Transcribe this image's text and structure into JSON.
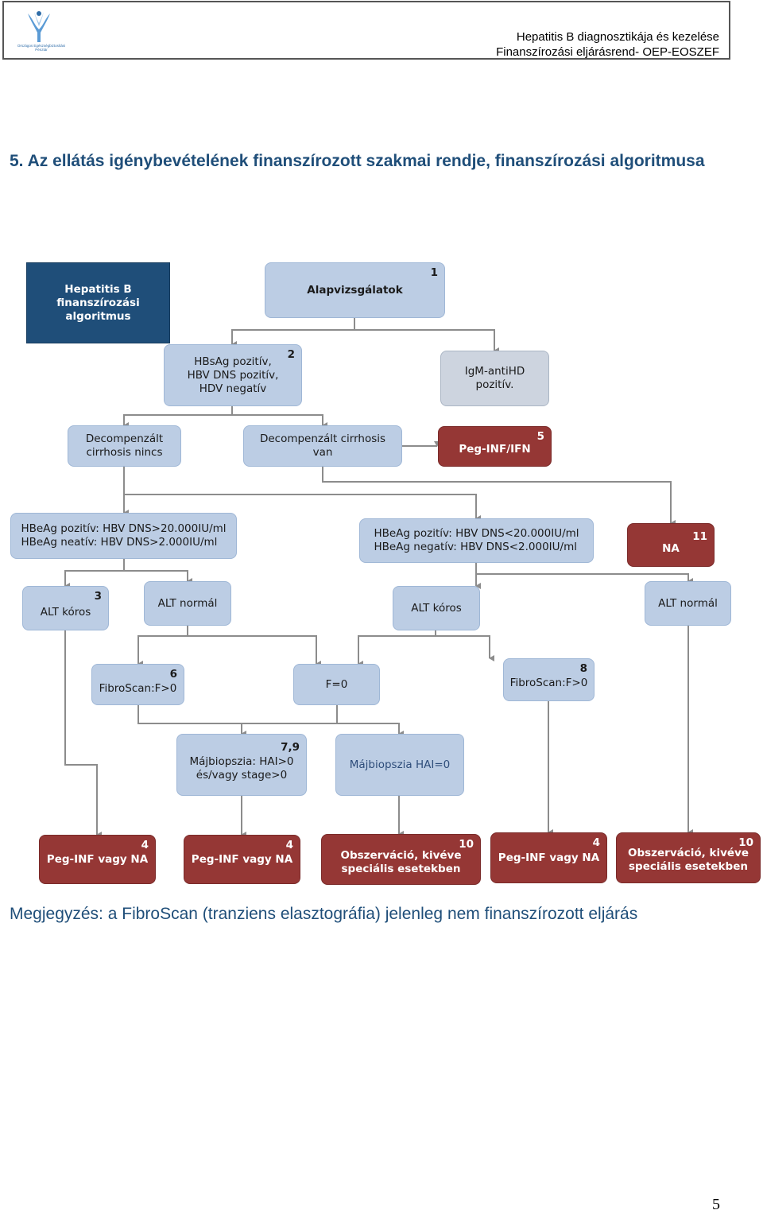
{
  "header": {
    "logo_text": "Országos Egészségbiztosítási Pénztár",
    "line1": "Hepatitis B diagnosztikája és kezelése",
    "line2": "Finanszírozási eljárásrend- OEP-EOSZEF"
  },
  "heading": "5. Az ellátás igénybevételének finanszírozott szakmai rendje, finanszírozási algoritmusa",
  "flowchart": {
    "title": "Hepatitis B finanszírozási algoritmus",
    "alapvizsgalatok": {
      "label": "Alapvizsgálatok",
      "num": "1"
    },
    "hbsag": {
      "label": "HBsAg pozitív,\nHBV DNS pozitív,\nHDV negatív",
      "num": "2"
    },
    "igm": {
      "label": "IgM-antiHD\npozitív."
    },
    "decomp_no": {
      "label": "Decompenzált\ncirrhosis nincs"
    },
    "decomp_yes": {
      "label": "Decompenzált cirrhosis van"
    },
    "peg_ifn": {
      "label": "Peg-INF/IFN",
      "num": "5"
    },
    "hbeag_high": {
      "label": "HBeAg pozitív: HBV DNS>20.000IU/ml\nHBeAg neatív: HBV DNS>2.000IU/ml"
    },
    "hbeag_low": {
      "label": "HBeAg pozitív: HBV DNS<20.000IU/ml\nHBeAg negatív: HBV DNS<2.000IU/ml"
    },
    "na": {
      "label": "NA",
      "num": "11"
    },
    "alt_koros_1": {
      "label": "ALT kóros",
      "num": "3"
    },
    "alt_normal_1": {
      "label": "ALT normál"
    },
    "alt_koros_2": {
      "label": "ALT kóros"
    },
    "alt_normal_2": {
      "label": "ALT normál"
    },
    "fibro_6": {
      "label": "FibroScan:F>0",
      "num": "6"
    },
    "f0": {
      "label": "F=0"
    },
    "fibro_8": {
      "label": "FibroScan:F>0",
      "num": "8"
    },
    "majb_pos": {
      "label": "Májbiopszia: HAI>0\nés/vagy stage>0",
      "num": "7,9"
    },
    "majb_zero": {
      "label": "Májbiopszia HAI=0"
    },
    "out1": {
      "label": "Peg-INF vagy NA",
      "num": "4"
    },
    "out2": {
      "label": "Peg-INF vagy NA",
      "num": "4"
    },
    "out3": {
      "label": "Obszerváció, kivéve\nspeciális esetekben",
      "num": "10"
    },
    "out4": {
      "label": "Peg-INF vagy NA",
      "num": "4"
    },
    "out5": {
      "label": "Obszerváció, kivéve\nspeciális esetekben",
      "num": "10"
    }
  },
  "note": "Megjegyzés: a FibroScan (tranziens elasztográfia) jelenleg nem finanszírozott eljárás",
  "page_number": "5",
  "colors": {
    "heading": "#1f4e79",
    "box_blue": "#bccde4",
    "box_grey": "#cdd4df",
    "box_dark": "#1f4e79",
    "box_red": "#953735",
    "connector": "#8c8c8c"
  }
}
